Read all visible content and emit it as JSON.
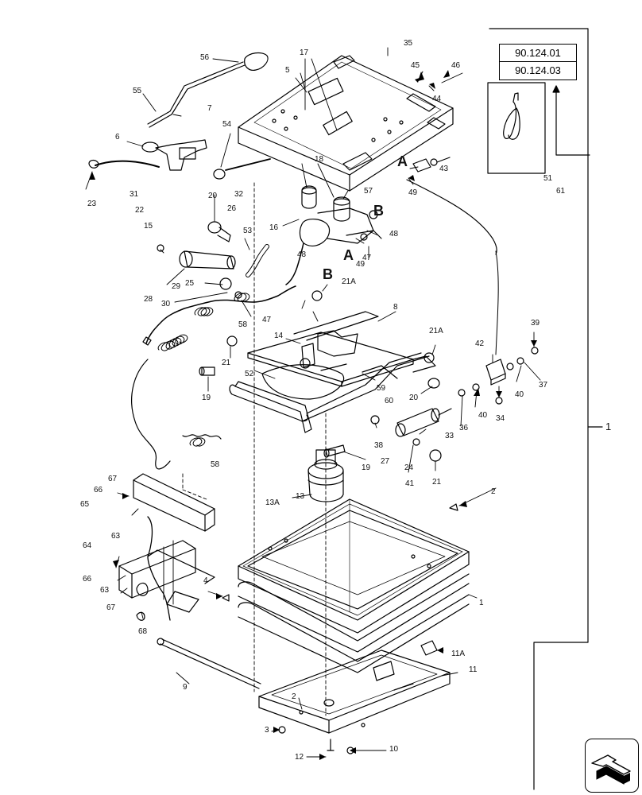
{
  "references": [
    "90.124.01",
    "90.124.03"
  ],
  "callouts": {
    "c1": "1",
    "c1b": "1",
    "c2": "2",
    "c2b": "2",
    "c3": "3",
    "c4": "4",
    "c5": "5",
    "c6": "6",
    "c7": "7",
    "c8": "8",
    "c9": "9",
    "c10": "10",
    "c11": "11",
    "c11a": "11A",
    "c12": "12",
    "c13": "13",
    "c13a": "13A",
    "c14": "14",
    "c15": "15",
    "c16": "16",
    "c17": "17",
    "c18": "18",
    "c19": "19",
    "c19b": "19",
    "c20": "20",
    "c20b": "20",
    "c21": "21",
    "c21b": "21",
    "c21a": "21A",
    "c21ab": "21A",
    "c22": "22",
    "c23": "23",
    "c24": "24",
    "c25": "25",
    "c26": "26",
    "c27": "27",
    "c28": "28",
    "c29": "29",
    "c30": "30",
    "c31": "31",
    "c32": "32",
    "c33": "33",
    "c34": "34",
    "c35": "35",
    "c36": "36",
    "c37": "37",
    "c38": "38",
    "c39": "39",
    "c40": "40",
    "c40b": "40",
    "c41": "41",
    "c42": "42",
    "c43": "43",
    "c44": "44",
    "c45": "45",
    "c46": "46",
    "c47": "47",
    "c47b": "47",
    "c48": "48",
    "c48b": "48",
    "c49": "49",
    "c49b": "49",
    "c51": "51",
    "c52": "52",
    "c53": "53",
    "c54": "54",
    "c55": "55",
    "c56": "56",
    "c57": "57",
    "c58": "58",
    "c58b": "58",
    "c59": "59",
    "c60": "60",
    "c61": "61",
    "c63": "63",
    "c63b": "63",
    "c64": "64",
    "c65": "65",
    "c66": "66",
    "c66b": "66",
    "c67": "67",
    "c67b": "67",
    "c68": "68",
    "tagA1": "A",
    "tagA2": "A",
    "tagB1": "B",
    "tagB2": "B"
  },
  "icons": {
    "nav": "arrow-next-icon"
  }
}
